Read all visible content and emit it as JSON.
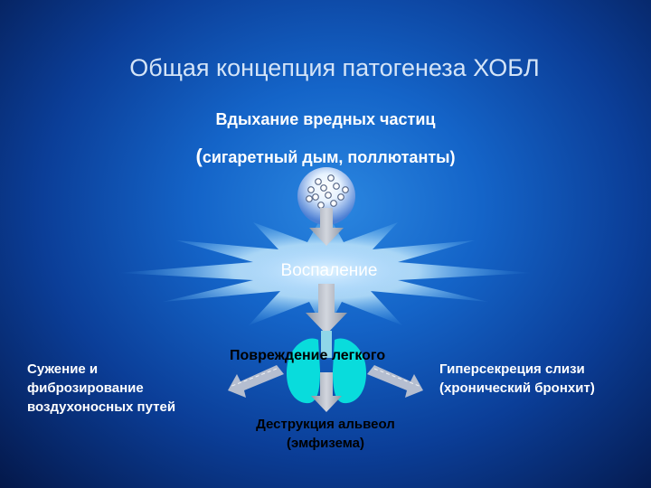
{
  "title": "Общая концепция патогенеза ХОБЛ",
  "inhalation": {
    "line1": "Вдыхание вредных частиц",
    "paren_open": "(",
    "line2": "сигаретный дым, поллютанты)"
  },
  "inflammation": "Воспаление",
  "lung_damage": "Повреждение легкого",
  "outcomes": {
    "left_lines": [
      "Сужение и",
      "фиброзирование",
      "воздухоносных путей"
    ],
    "right_lines": [
      "Гиперсекреция слизи",
      "(хронический бронхит)"
    ],
    "bottom_lines": [
      "Деструкция альвеол",
      "(эмфизема)"
    ]
  },
  "colors": {
    "arrow": "#a9b0bd",
    "burst": "#9fd4f6",
    "lungs": "#08dede"
  }
}
